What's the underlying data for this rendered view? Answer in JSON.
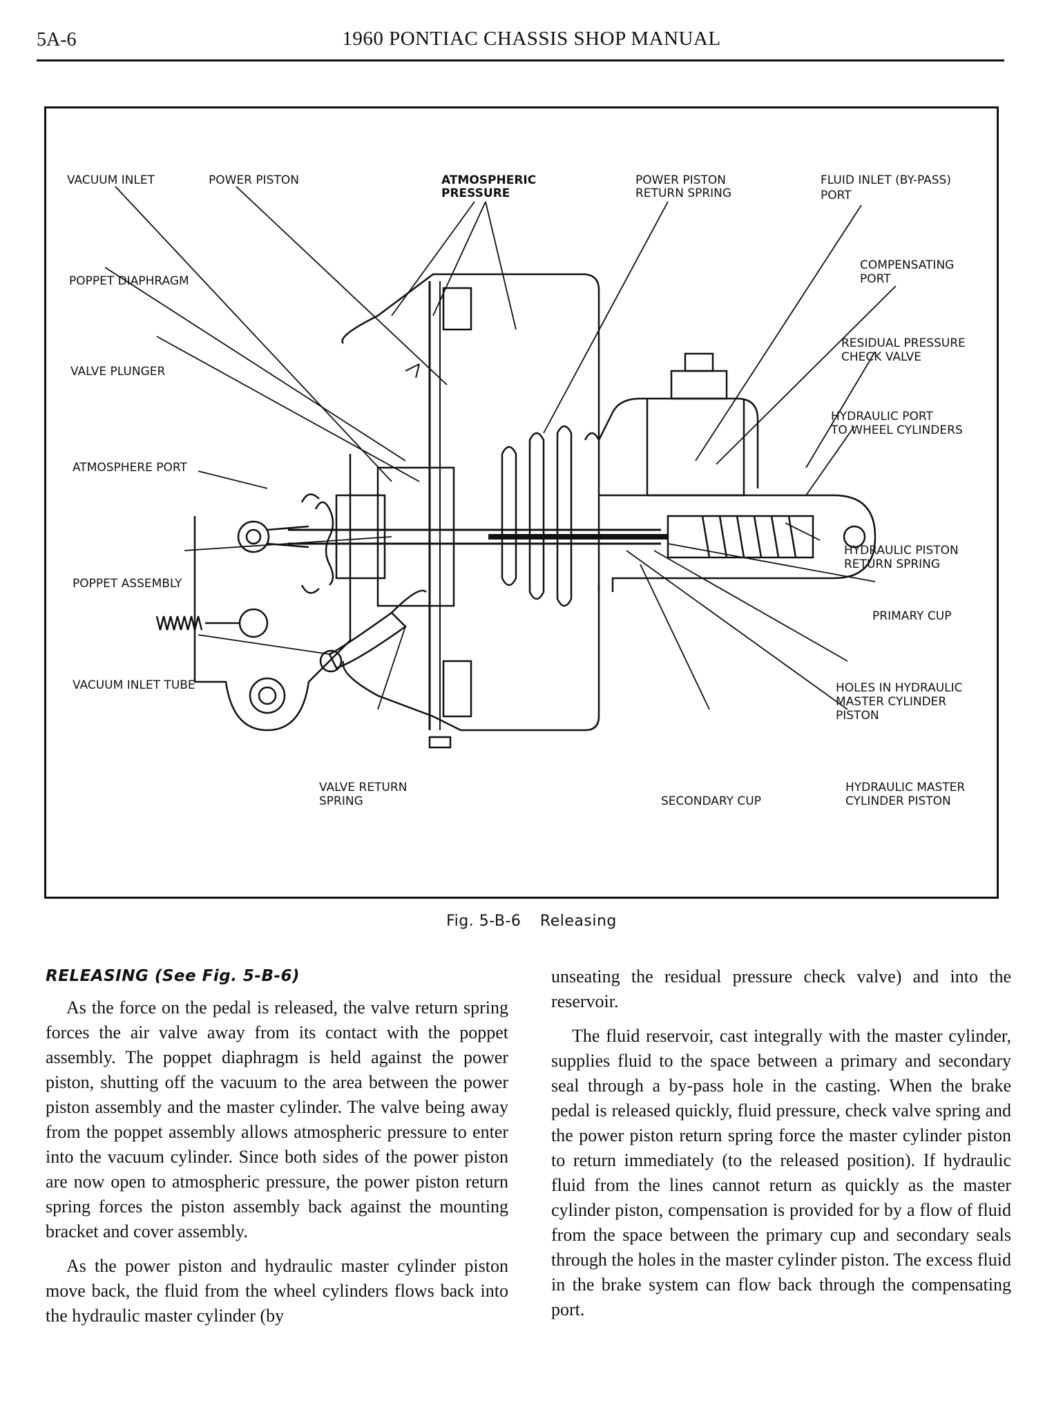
{
  "header": {
    "page_number": "5A-6",
    "title": "1960 PONTIAC CHASSIS SHOP MANUAL"
  },
  "figure": {
    "caption_number": "Fig. 5-B-6",
    "caption_title": "Releasing",
    "labels": {
      "vacuum_inlet": "VACUUM INLET",
      "power_piston": "POWER PISTON",
      "atmospheric_pressure_1": "ATMOSPHERIC",
      "atmospheric_pressure_2": "PRESSURE",
      "power_piston_return_spring_1": "POWER PISTON",
      "power_piston_return_spring_2": "RETURN SPRING",
      "fluid_inlet_1": "FLUID INLET (BY-PASS)",
      "fluid_inlet_2": "PORT",
      "poppet_diaphragm": "POPPET DIAPHRAGM",
      "compensating_port_1": "COMPENSATING",
      "compensating_port_2": "PORT",
      "residual_check_1": "RESIDUAL PRESSURE",
      "residual_check_2": "CHECK VALVE",
      "valve_plunger": "VALVE PLUNGER",
      "hydraulic_port_1": "HYDRAULIC PORT",
      "hydraulic_port_2": "TO WHEEL CYLINDERS",
      "atmosphere_port": "ATMOSPHERE PORT",
      "hydraulic_piston_spring_1": "HYDRAULIC PISTON",
      "hydraulic_piston_spring_2": "RETURN SPRING",
      "poppet_assembly": "POPPET ASSEMBLY",
      "primary_cup": "PRIMARY CUP",
      "vacuum_inlet_tube": "VACUUM INLET TUBE",
      "holes_1": "HOLES IN HYDRAULIC",
      "holes_2": "MASTER CYLINDER",
      "holes_3": "PISTON",
      "valve_return_spring_1": "VALVE RETURN",
      "valve_return_spring_2": "SPRING",
      "secondary_cup": "SECONDARY CUP",
      "master_piston_1": "HYDRAULIC MASTER",
      "master_piston_2": "CYLINDER PISTON"
    }
  },
  "body": {
    "heading": "RELEASING (See Fig. 5-B-6)",
    "left_p1": "As the force on the pedal is released, the valve return spring forces the air valve away from its contact with the poppet assembly. The poppet diaphragm is held against the power piston, shutting off the vacuum to the area between the power piston assembly and the master cylinder. The valve being away from the poppet assembly allows atmospheric pressure to enter into the vacuum cylinder. Since both sides of the power piston are now open to atmospheric pressure, the power piston return spring forces the piston assembly back against the mounting bracket and cover assembly.",
    "left_p2": "As the power piston and hydraulic master cylinder piston move back, the fluid from the wheel cylinders flows back into the hydraulic master cylinder (by",
    "right_p1": "unseating the residual pressure check valve) and into the reservoir.",
    "right_p2": "The fluid reservoir, cast integrally with the master cylinder, supplies fluid to the space between a primary and secondary seal through a by-pass hole in the casting. When the brake pedal is released quickly, fluid pressure, check valve spring and the power piston return spring force the master cylinder piston to return immediately (to the released position). If hydraulic fluid from the lines cannot return as quickly as the master cylinder piston, compensation is provided for by a flow of fluid from the space between the primary cup and secondary seals through the holes in the master cylinder piston. The excess fluid in the brake system can flow back through the compensating port."
  }
}
